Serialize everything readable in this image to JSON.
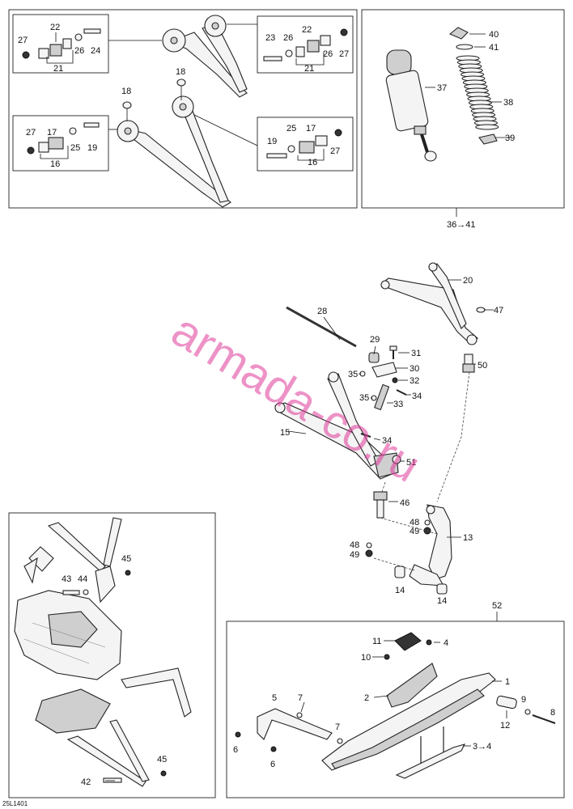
{
  "labels": {
    "l1": "1",
    "l2": "2",
    "l3to4": "3→4",
    "l4": "4",
    "l5": "5",
    "l6a": "6",
    "l6b": "6",
    "l7a": "7",
    "l7b": "7",
    "l8": "8",
    "l9": "9",
    "l10": "10",
    "l11": "11",
    "l12": "12",
    "l13": "13",
    "l14a": "14",
    "l14b": "14",
    "l15": "15",
    "l16a": "16",
    "l16b": "16",
    "l17a": "17",
    "l17b": "17",
    "l18a": "18",
    "l18b": "18",
    "l19a": "19",
    "l19b": "19",
    "l20": "20",
    "l21a": "21",
    "l21b": "21",
    "l22a": "22",
    "l22b": "22",
    "l23": "23",
    "l24": "24",
    "l25a": "25",
    "l25b": "25",
    "l26a": "26",
    "l26b": "26",
    "l27a": "27",
    "l27b": "27",
    "l27c": "27",
    "l27d": "27",
    "l28": "28",
    "l29": "29",
    "l30": "30",
    "l31": "31",
    "l32": "32",
    "l33": "33",
    "l34a": "34",
    "l34b": "34",
    "l35a": "35",
    "l35b": "35",
    "l36to41": "36→41",
    "l37": "37",
    "l38": "38",
    "l39": "39",
    "l40": "40",
    "l41": "41",
    "l42": "42",
    "l43": "43",
    "l44": "44",
    "l45a": "45",
    "l45b": "45",
    "l46": "46",
    "l47": "47",
    "l48a": "48",
    "l48b": "48",
    "l49a": "49",
    "l49b": "49",
    "l50": "50",
    "l51": "51",
    "l52": "52"
  },
  "watermark": "armada-co.ru",
  "drawing_code": "25L1401",
  "colors": {
    "line": "#222222",
    "watermark": "#e03a9b",
    "part_fill": "#f4f4f4"
  }
}
